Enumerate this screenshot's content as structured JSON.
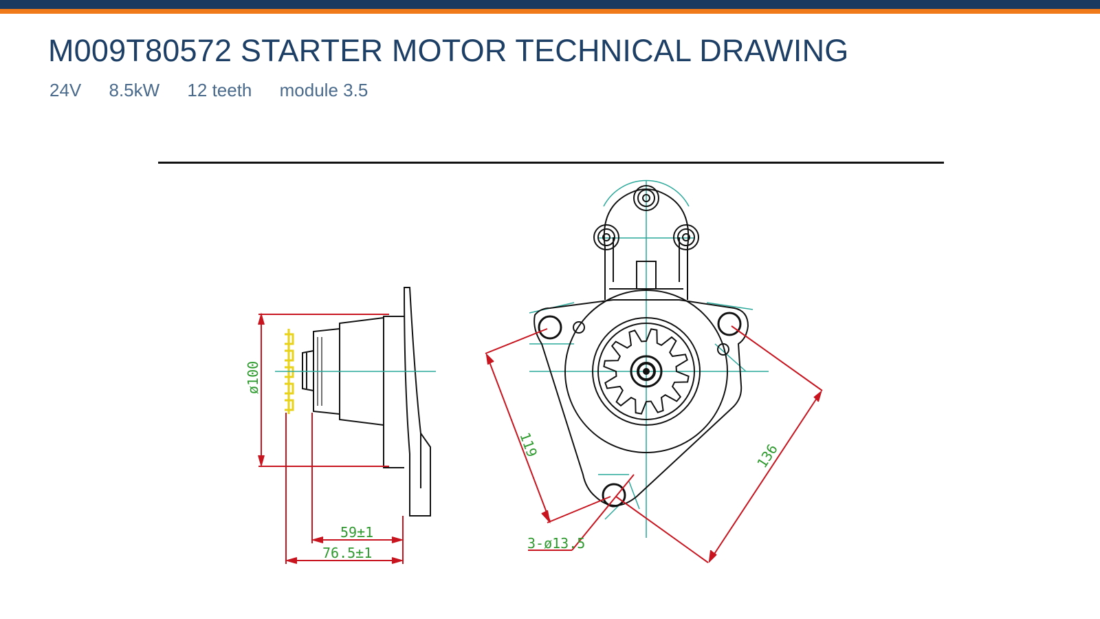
{
  "header": {
    "title": "M009T80572 STARTER MOTOR TECHNICAL DRAWING",
    "specs": [
      "24V",
      "8.5kW",
      "12 teeth",
      "module 3.5"
    ]
  },
  "drawing": {
    "dimensions": {
      "diameter": "ø100",
      "length_59": "59±1",
      "length_76": "76.5±1",
      "holes": "3-ø13.5",
      "span_119": "119",
      "span_136": "136"
    }
  },
  "colors": {
    "navy": "#1b3a5f",
    "orange": "#f07a1a",
    "dim_red": "#c8141e",
    "dim_green": "#2e9a2e",
    "center_cyan": "#2aa89a",
    "pinion_yellow": "#e8d21a"
  }
}
